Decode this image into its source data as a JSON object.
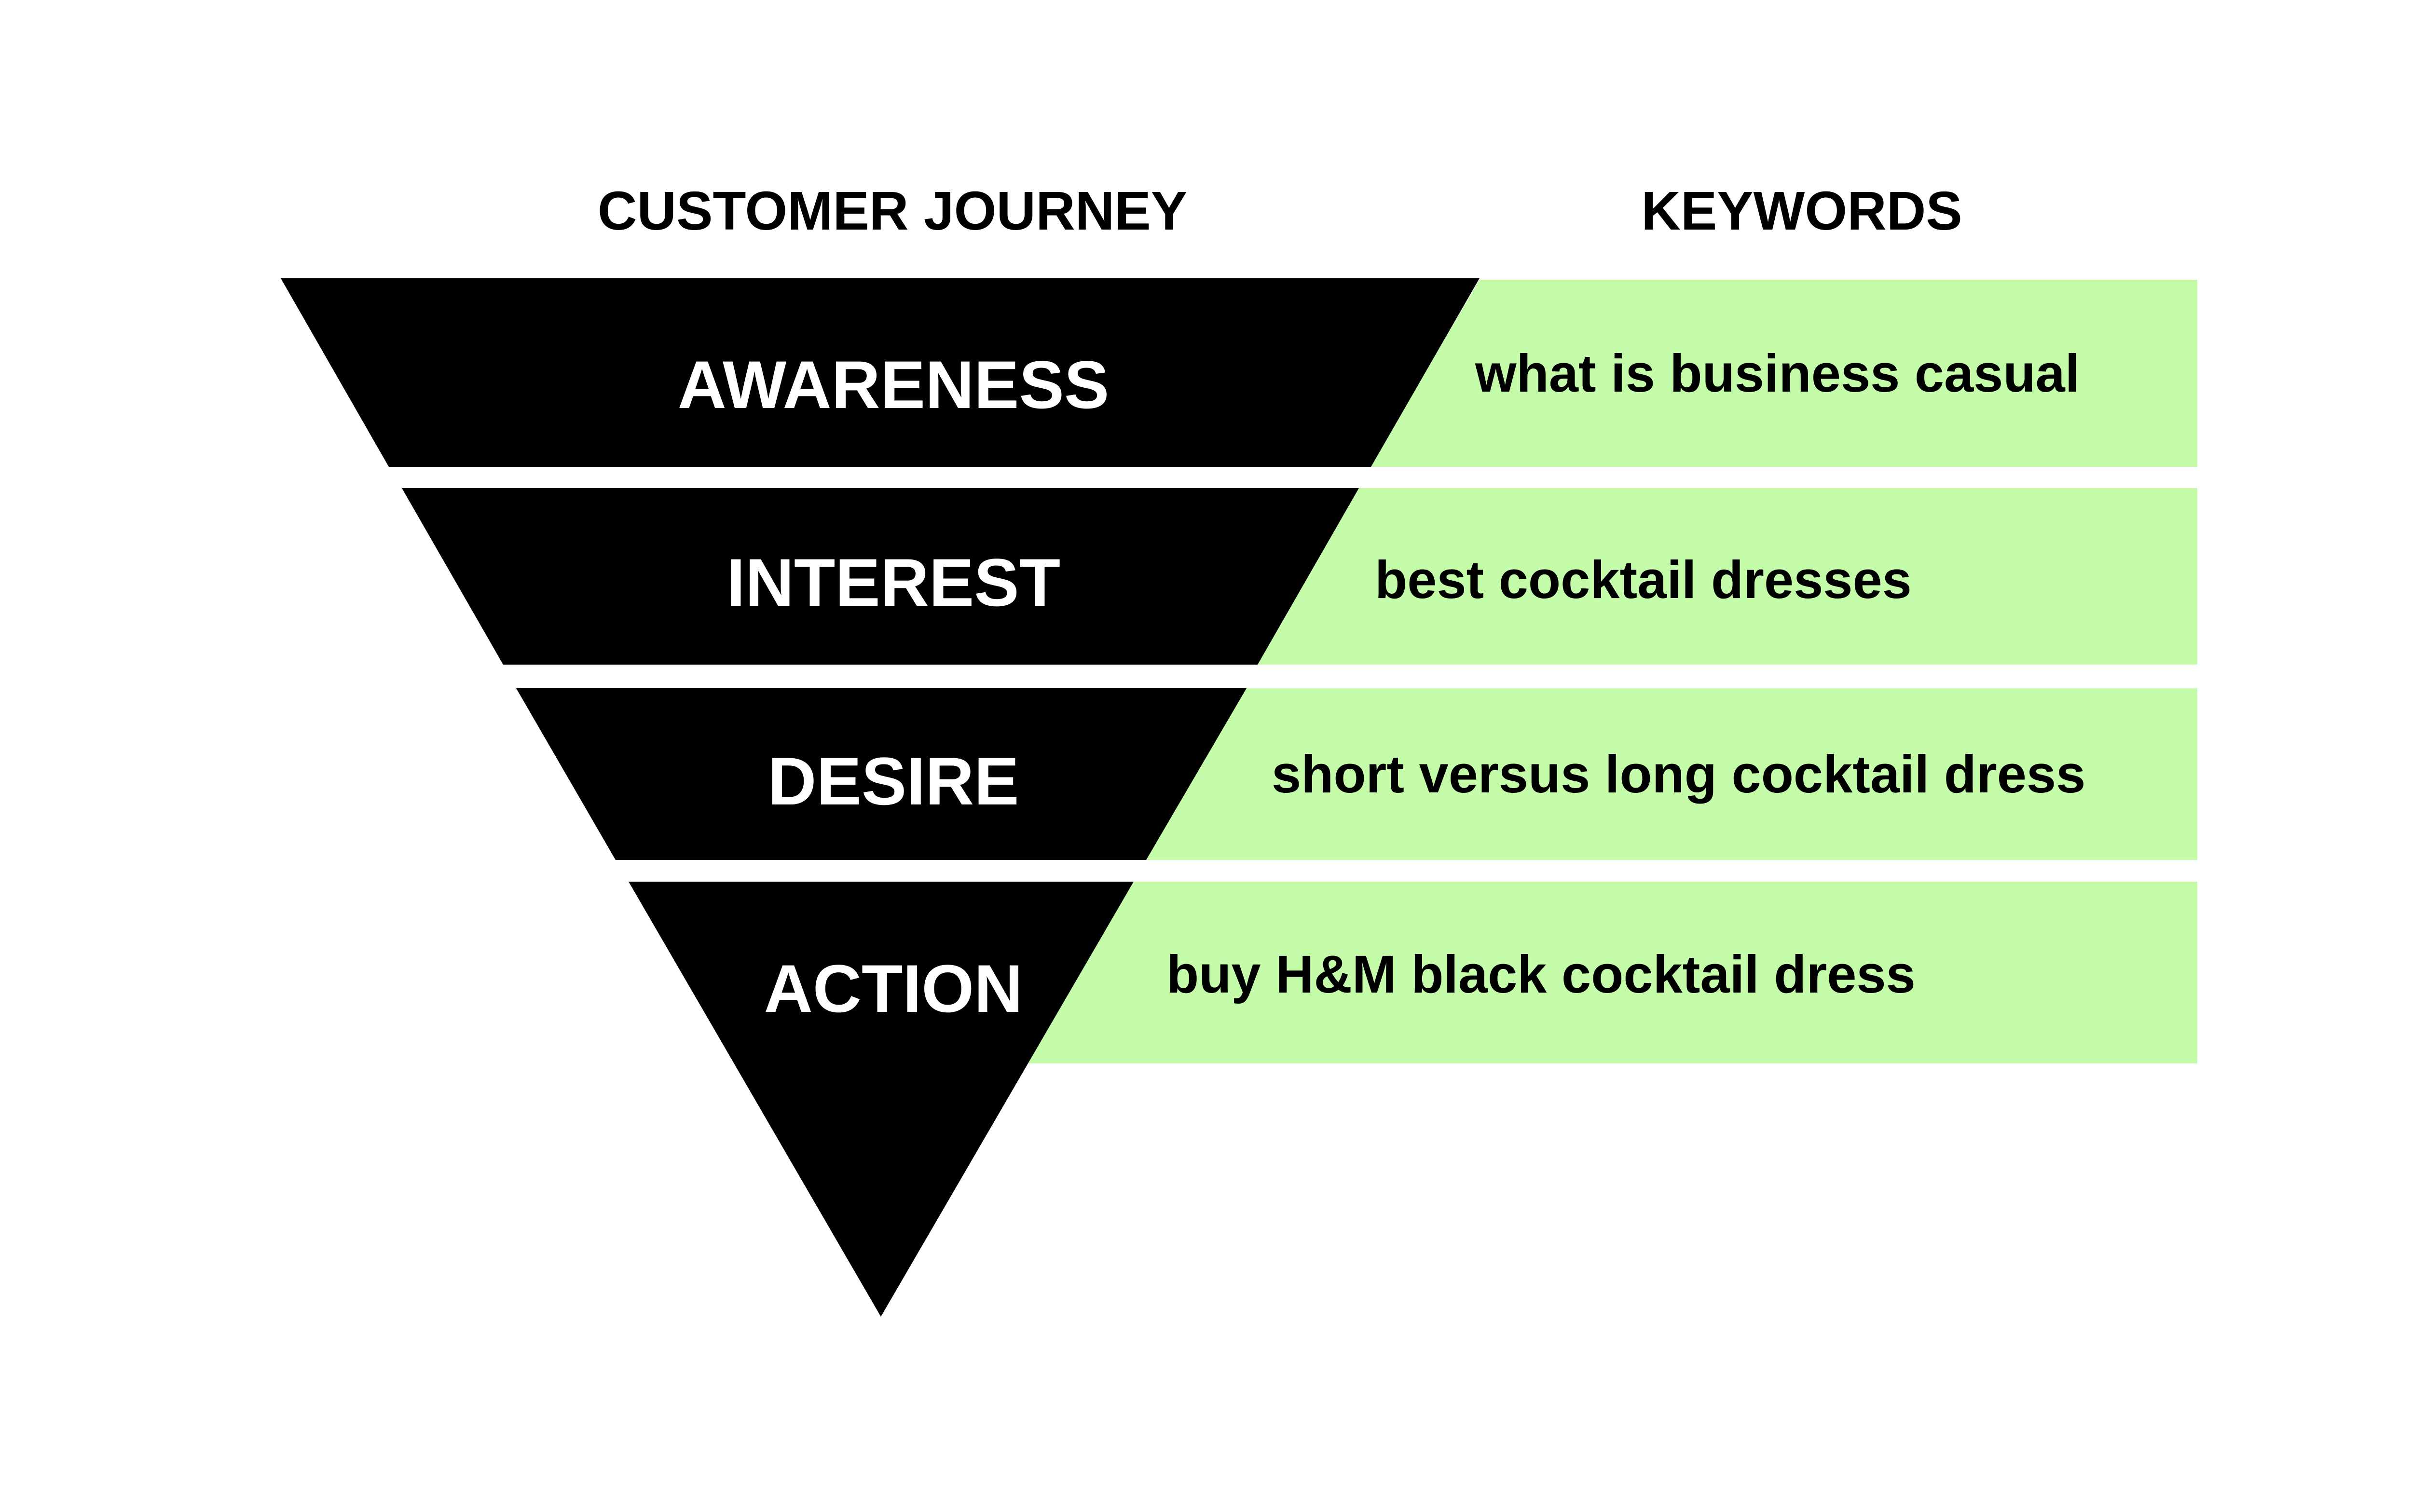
{
  "headings": {
    "left": "CUSTOMER JOURNEY",
    "right": "KEYWORDS"
  },
  "stages": [
    {
      "label": "AWARENESS",
      "keyword": "what is business casual"
    },
    {
      "label": "INTEREST",
      "keyword": "best cocktail dresses"
    },
    {
      "label": "DESIRE",
      "keyword": "short versus long cocktail dress"
    },
    {
      "label": "ACTION",
      "keyword": "buy H&M black cocktail dress"
    }
  ],
  "colors": {
    "funnel": "#000000",
    "keyword_band": "#c4fcaa",
    "background": "#ffffff"
  }
}
